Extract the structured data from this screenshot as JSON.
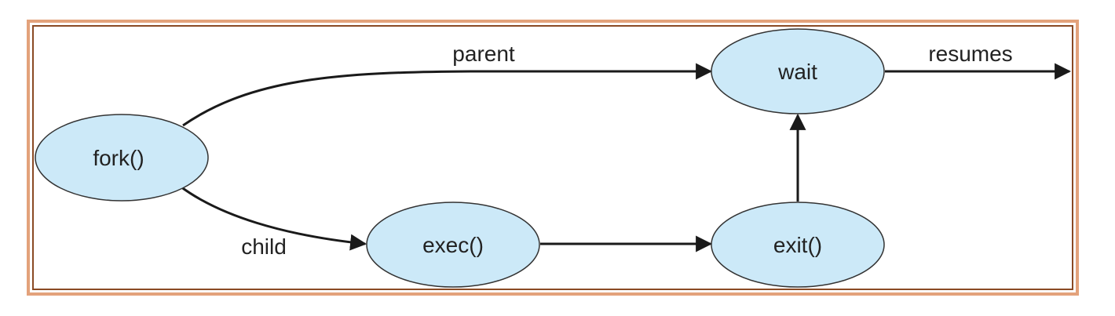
{
  "diagram": {
    "nodes": [
      {
        "id": "fork",
        "label": "fork()"
      },
      {
        "id": "exec",
        "label": "exec()"
      },
      {
        "id": "exit",
        "label": "exit()"
      },
      {
        "id": "wait",
        "label": "wait"
      }
    ],
    "edges": [
      {
        "from": "fork",
        "to": "wait",
        "label": "parent"
      },
      {
        "from": "fork",
        "to": "exec",
        "label": "child"
      },
      {
        "from": "exec",
        "to": "exit",
        "label": ""
      },
      {
        "from": "exit",
        "to": "wait",
        "label": ""
      },
      {
        "from": "wait",
        "to": "",
        "label": "resumes"
      }
    ],
    "colors": {
      "node_fill": "#cce9f8",
      "node_stroke": "#333333",
      "edge": "#1a1a1a",
      "frame_outer": "#e3a27b",
      "frame_inner": "#8a4a24"
    }
  }
}
